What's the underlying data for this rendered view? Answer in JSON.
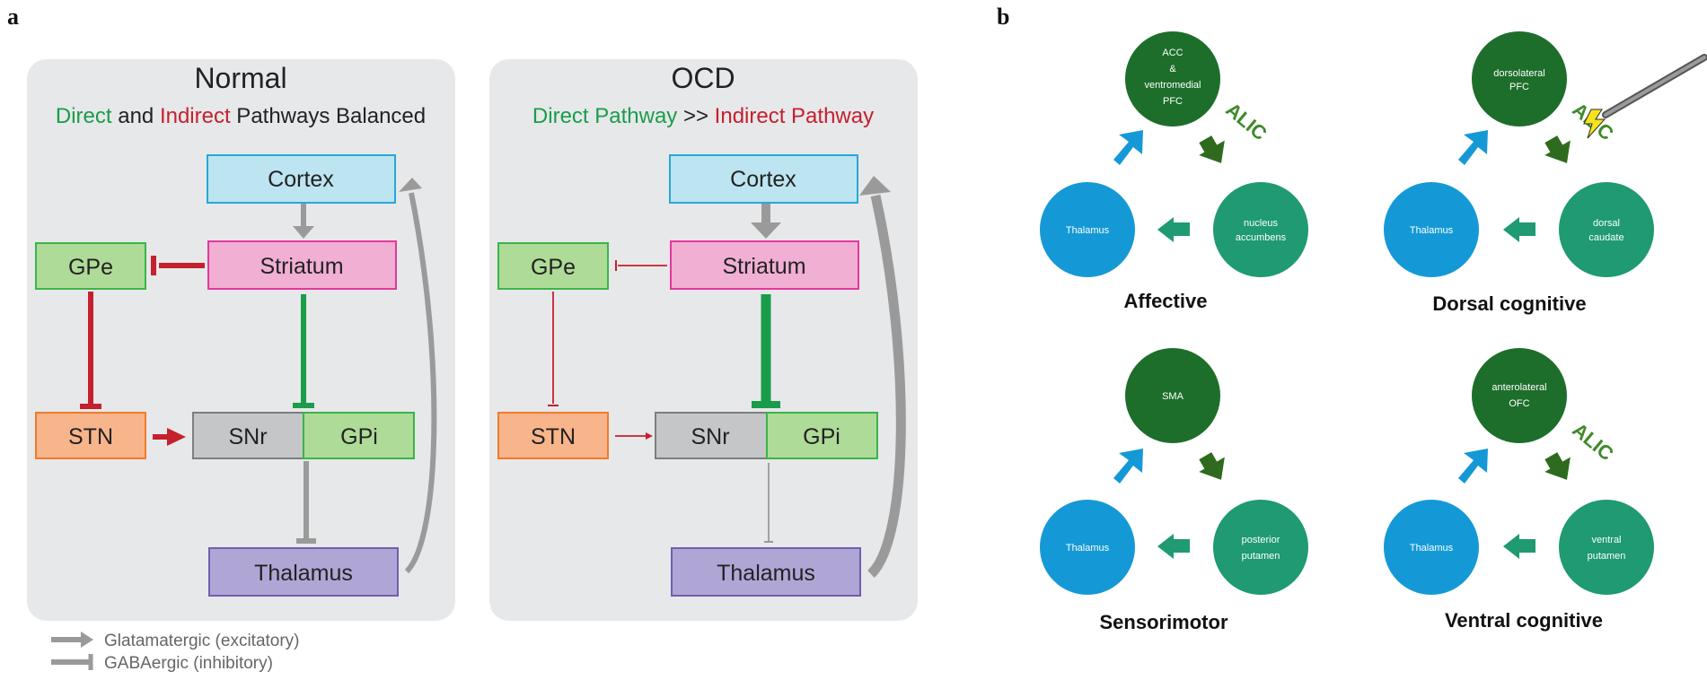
{
  "panel_labels": {
    "a": "a",
    "b": "b"
  },
  "colors": {
    "direct": "#1a9c4a",
    "indirect": "#c4202e",
    "glutamatergic": "#9a9a9a",
    "panel_bg": "#e7e8ea",
    "dark_green": "#1d6e2a",
    "teal": "#1f9a72",
    "blue": "#1599d6",
    "alic": "#3f8a2a"
  },
  "normal": {
    "title": "Normal",
    "subtitle": {
      "direct": "Direct",
      "and": " and ",
      "indirect": "Indirect",
      "rest": " Pathways Balanced"
    },
    "nodes": {
      "cortex": "Cortex",
      "striatum": "Striatum",
      "gpe": "GPe",
      "stn": "STN",
      "snr": "SNr",
      "gpi": "GPi",
      "thalamus": "Thalamus"
    }
  },
  "ocd": {
    "title": "OCD",
    "subtitle": {
      "direct": "Direct Pathway",
      "gt": " >> ",
      "indirect": "Indirect Pathway"
    },
    "nodes": {
      "cortex": "Cortex",
      "striatum": "Striatum",
      "gpe": "GPe",
      "stn": "STN",
      "snr": "SNr",
      "gpi": "GPi",
      "thalamus": "Thalamus"
    }
  },
  "legend": {
    "excitatory": "Glatamatergic (excitatory)",
    "inhibitory": "GABAergic (inhibitory)"
  },
  "circuits": {
    "affective": {
      "title": "Affective",
      "cortex": [
        "ACC",
        "&",
        "ventromedial",
        "PFC"
      ],
      "striatum": [
        "nucleus",
        "accumbens"
      ],
      "thalamus": "Thalamus",
      "alic": "ALIC"
    },
    "dorsal_cognitive": {
      "title": "Dorsal cognitive",
      "cortex": [
        "dorsolateral",
        "PFC"
      ],
      "striatum": [
        "dorsal",
        "caudate"
      ],
      "thalamus": "Thalamus",
      "alic": "ALIC"
    },
    "sensorimotor": {
      "title": "Sensorimotor",
      "cortex": [
        "SMA"
      ],
      "striatum": [
        "posterior",
        "putamen"
      ],
      "thalamus": "Thalamus"
    },
    "ventral_cognitive": {
      "title": "Ventral cognitive",
      "cortex": [
        "anterolateral",
        "OFC"
      ],
      "striatum": [
        "ventral",
        "putamen"
      ],
      "thalamus": "Thalamus",
      "alic": "ALIC"
    }
  }
}
